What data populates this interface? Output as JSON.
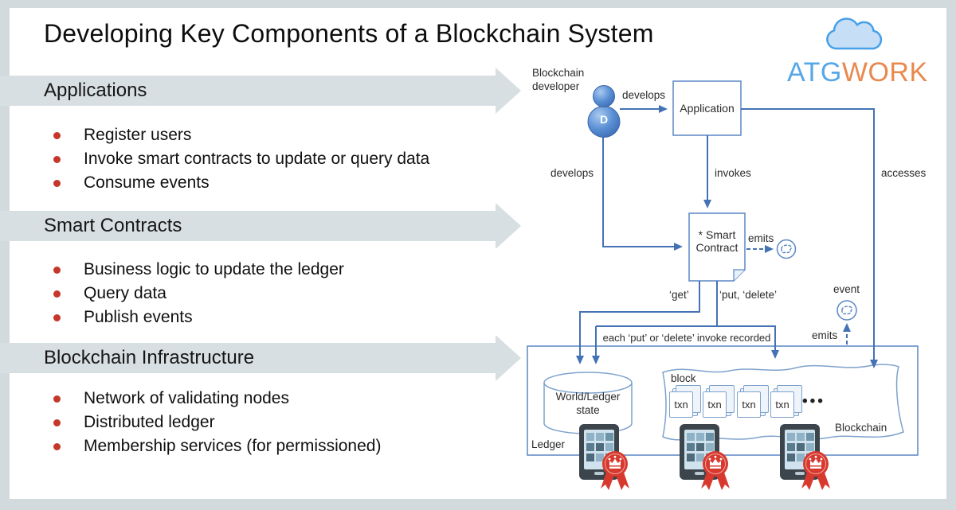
{
  "slide": {
    "title": "Developing Key Components of a Blockchain System",
    "logo": {
      "brand_primary": "ATG",
      "brand_secondary": "WORK"
    },
    "sections": [
      {
        "label": "Applications",
        "bullets": [
          "Register users",
          "Invoke smart contracts to update or query data",
          "Consume events"
        ]
      },
      {
        "label": "Smart Contracts",
        "bullets": [
          "Business logic to update the ledger",
          "Query data",
          "Publish events"
        ]
      },
      {
        "label": "Blockchain Infrastructure",
        "bullets": [
          "Network of validating nodes",
          "Distributed ledger",
          "Membership services (for permissioned)"
        ]
      }
    ]
  },
  "diagram": {
    "developer": {
      "label": "Blockchain developer",
      "avatar_initial": "D"
    },
    "nodes": {
      "application": "Application",
      "smart_contract_line1": "* Smart",
      "smart_contract_line2": "Contract",
      "world_state": "World/Ledger state",
      "ledger": "Ledger",
      "block": "block",
      "txn": "txn",
      "ellipsis": "•••",
      "blockchain": "Blockchain",
      "event": "event"
    },
    "edges": {
      "develops_top": "develops",
      "develops_left": "develops",
      "invokes": "invokes",
      "accesses": "accesses",
      "emits_right": "emits",
      "emits_bottom": "emits",
      "get": "‘get’",
      "put_delete": "‘put, ‘delete’",
      "recorded_note": "each ‘put’ or ‘delete’ invoke recorded"
    },
    "icons": [
      "cloud-icon",
      "developer-avatar-icon",
      "event-circle-icon",
      "smart-contract-document-icon",
      "world-state-cylinder-icon",
      "blockchain-wave-icon",
      "txn-document-icon",
      "tablet-node-icon",
      "award-ribbon-icon"
    ]
  },
  "colors": {
    "frame": "#d3dadd",
    "banner": "#d8dfe2",
    "bullet_red": "#c5372a",
    "arrow_blue": "#4472b4",
    "box_blue": "#5b87c5",
    "logo_blue": "#54a7e9",
    "logo_orange": "#e8894e",
    "ribbon_red": "#d8392e"
  }
}
